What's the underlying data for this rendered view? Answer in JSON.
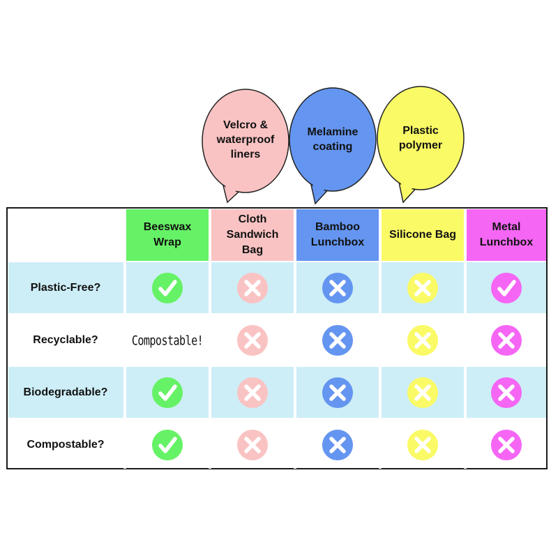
{
  "colors": {
    "beeswax": "#66f266",
    "cloth": "#fac3c3",
    "bamboo": "#6495f0",
    "silicone": "#fafa66",
    "metal": "#f566f5",
    "row_tint": "#cdeef7",
    "mark_fg": "#ffffff"
  },
  "bubbles": [
    {
      "text_lines": [
        "Velcro &",
        "waterproof",
        "liners"
      ],
      "color": "#fac3c3"
    },
    {
      "text_lines": [
        "Melamine",
        "coating"
      ],
      "color": "#6495f0"
    },
    {
      "text_lines": [
        "Plastic",
        "polymer"
      ],
      "color": "#fafa66"
    }
  ],
  "columns": [
    {
      "label_lines": [
        "Beeswax",
        "Wrap"
      ],
      "color": "#66f266"
    },
    {
      "label_lines": [
        "Cloth",
        "Sandwich",
        "Bag"
      ],
      "color": "#fac3c3"
    },
    {
      "label_lines": [
        "Bamboo",
        "Lunchbox"
      ],
      "color": "#6495f0"
    },
    {
      "label_lines": [
        "Silicone Bag"
      ],
      "color": "#fafa66"
    },
    {
      "label_lines": [
        "Metal",
        "Lunchbox"
      ],
      "color": "#f566f5"
    }
  ],
  "rows": [
    {
      "label": "Plastic-Free?",
      "cells": [
        "check",
        "cross",
        "cross",
        "cross",
        "check"
      ]
    },
    {
      "label": "Recyclable?",
      "cells": [
        "text:Compostable!",
        "cross",
        "cross",
        "cross",
        "cross"
      ]
    },
    {
      "label": "Biodegradable?",
      "cells": [
        "check",
        "cross",
        "cross",
        "cross",
        "cross"
      ]
    },
    {
      "label": "Compostable?",
      "cells": [
        "check",
        "cross",
        "cross",
        "cross",
        "cross"
      ]
    }
  ]
}
